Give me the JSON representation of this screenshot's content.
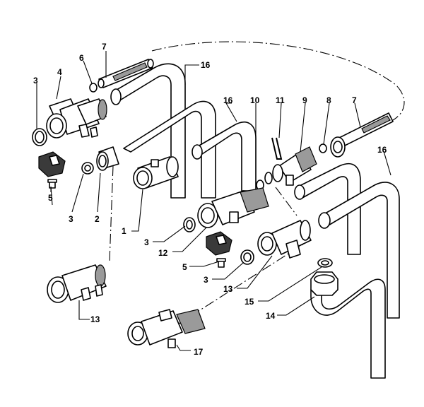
{
  "colors": {
    "line": "#000000",
    "fill": "#ffffff",
    "shade": "#9a9a9a"
  },
  "callouts": {
    "c1": "1",
    "c2": "2",
    "c3a": "3",
    "c3b": "3",
    "c3c": "3",
    "c3d": "3",
    "c4": "4",
    "c5a": "5",
    "c5b": "5",
    "c6": "6",
    "c7a": "7",
    "c7b": "7",
    "c8": "8",
    "c9": "9",
    "c10": "10",
    "c11": "11",
    "c12": "12",
    "c13a": "13",
    "c13b": "13",
    "c14": "14",
    "c15": "15",
    "c16a": "16",
    "c16b": "16",
    "c16c": "16",
    "c17": "17"
  }
}
